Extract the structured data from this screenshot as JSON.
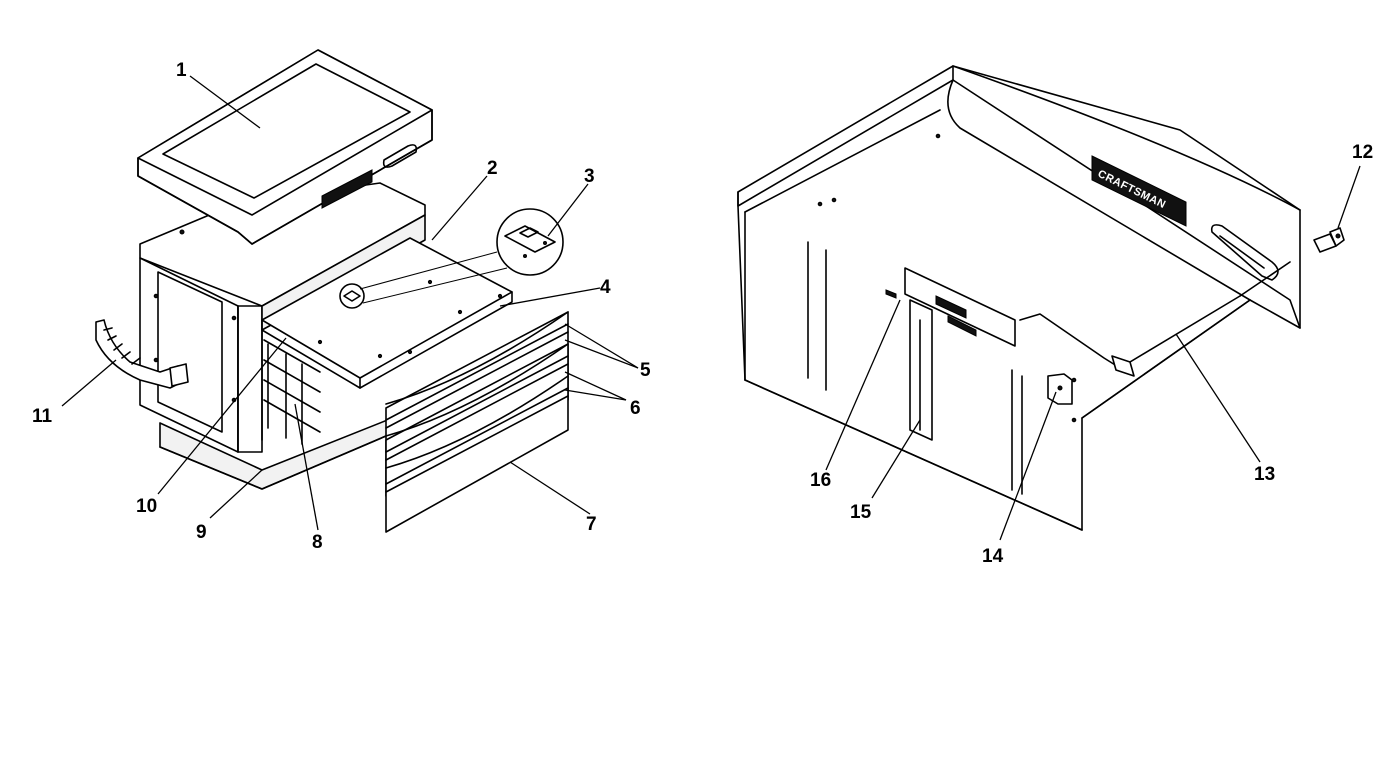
{
  "brand_badge_text": "CRAFTSMAN",
  "callouts": [
    {
      "id": "1",
      "label": "1"
    },
    {
      "id": "2",
      "label": "2"
    },
    {
      "id": "3",
      "label": "3"
    },
    {
      "id": "4",
      "label": "4"
    },
    {
      "id": "5",
      "label": "5"
    },
    {
      "id": "6",
      "label": "6"
    },
    {
      "id": "7",
      "label": "7"
    },
    {
      "id": "8",
      "label": "8"
    },
    {
      "id": "9",
      "label": "9"
    },
    {
      "id": "10",
      "label": "10"
    },
    {
      "id": "11",
      "label": "11"
    },
    {
      "id": "12",
      "label": "12"
    },
    {
      "id": "13",
      "label": "13"
    },
    {
      "id": "14",
      "label": "14"
    },
    {
      "id": "15",
      "label": "15"
    },
    {
      "id": "16",
      "label": "16"
    }
  ]
}
